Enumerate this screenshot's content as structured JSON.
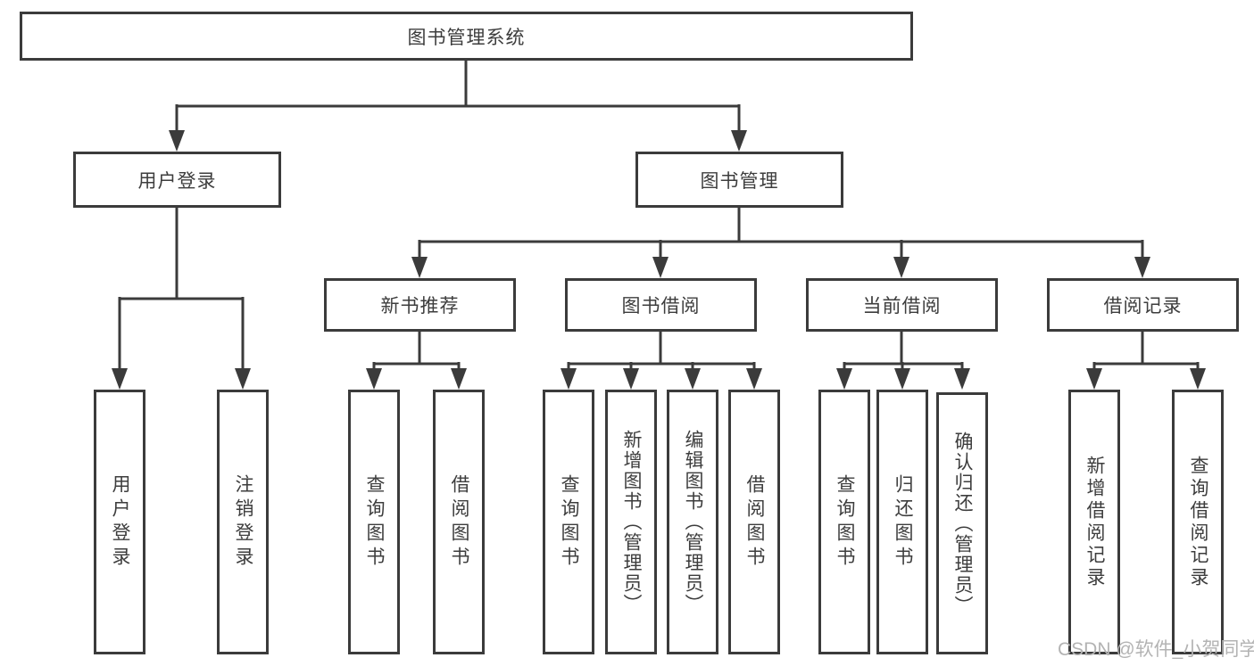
{
  "diagram": {
    "title_node": {
      "label": "图书管理系统"
    },
    "level2": [
      {
        "id": "user-login",
        "label": "用户登录"
      },
      {
        "id": "book-management",
        "label": "图书管理"
      }
    ],
    "level3": [
      {
        "id": "new-book-recommend",
        "label": "新书推荐"
      },
      {
        "id": "book-borrowing",
        "label": "图书借阅"
      },
      {
        "id": "current-borrowing",
        "label": "当前借阅"
      },
      {
        "id": "borrowing-records",
        "label": "借阅记录"
      }
    ],
    "leaves": {
      "user_login": [
        {
          "label": "用户登录"
        },
        {
          "label": "注销登录"
        }
      ],
      "new_book": [
        {
          "label": "查询图书"
        },
        {
          "label": "借阅图书"
        }
      ],
      "book_borrow": [
        {
          "label": "查询图书"
        },
        {
          "label": "新增图书（管理员）"
        },
        {
          "label": "编辑图书（管理员）"
        },
        {
          "label": "借阅图书"
        }
      ],
      "current_borrow": [
        {
          "label": "查询图书"
        },
        {
          "label": "归还图书"
        },
        {
          "label": "确认归还（管理员）"
        }
      ],
      "borrow_record": [
        {
          "label": "新增借阅记录"
        },
        {
          "label": "查询借阅记录"
        }
      ]
    },
    "watermark": "CSDN @软件_小贺同学",
    "colors": {
      "line": "#3b3b3b",
      "text": "#3d3d3d",
      "watermark": "#b3b3b3",
      "background": "#ffffff"
    }
  }
}
